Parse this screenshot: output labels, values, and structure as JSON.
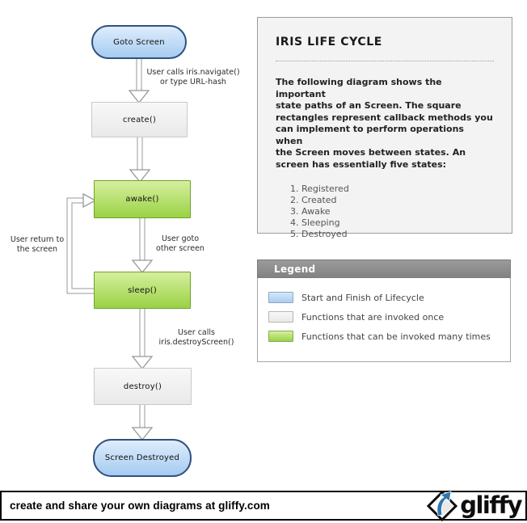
{
  "diagram": {
    "nodes": [
      {
        "id": "goto_screen",
        "label": "Goto Screen",
        "type": "start"
      },
      {
        "id": "create",
        "label": "create()",
        "type": "once"
      },
      {
        "id": "awake",
        "label": "awake()",
        "type": "many"
      },
      {
        "id": "sleep",
        "label": "sleep()",
        "type": "many"
      },
      {
        "id": "destroy",
        "label": "destroy()",
        "type": "once"
      },
      {
        "id": "screen_destroyed",
        "label": "Screen Destroyed",
        "type": "start"
      }
    ],
    "edges": [
      {
        "id": "navigate",
        "label": "User calls iris.navigate()\nor type URL-hash"
      },
      {
        "id": "goto_other",
        "label": "User goto\nother screen"
      },
      {
        "id": "return",
        "label": "User return to\nthe screen"
      },
      {
        "id": "destroy_call",
        "label": "User calls\niris.destroyScreen()"
      }
    ]
  },
  "info_panel": {
    "title": "IRIS LIFE CYCLE",
    "body": "The following diagram shows the important\nstate paths of an Screen. The square\nrectangles represent callback methods you\ncan implement to perform operations when\nthe Screen moves between states. An\nscreen has essentially five states:",
    "states": [
      "Registered",
      "Created",
      "Awake",
      "Sleeping",
      "Destroyed"
    ]
  },
  "legend": {
    "title": "Legend",
    "items": [
      {
        "swatch": "start",
        "color": "#a9cdf1",
        "label": "Start and Finish of Lifecycle"
      },
      {
        "swatch": "once",
        "color": "#efefef",
        "label": "Functions that are invoked once"
      },
      {
        "swatch": "many",
        "color": "#99d245",
        "label": "Functions that can be invoked many times"
      }
    ]
  },
  "footer": {
    "text": "create and share your own diagrams at gliffy.com",
    "logo_text": "gliffy",
    "logo_icon": "gliffy-diamond-arrow-icon"
  },
  "colors": {
    "node_start_border": "#32517e",
    "node_start_fill": "#a6cbf1",
    "node_once_fill": "#efefef",
    "node_many_fill": "#99d245",
    "node_many_border": "#70a02c",
    "arrow_stroke": "#989898",
    "legend_header_bg": "#8d8d8d",
    "logo_blue": "#2d77b3"
  }
}
